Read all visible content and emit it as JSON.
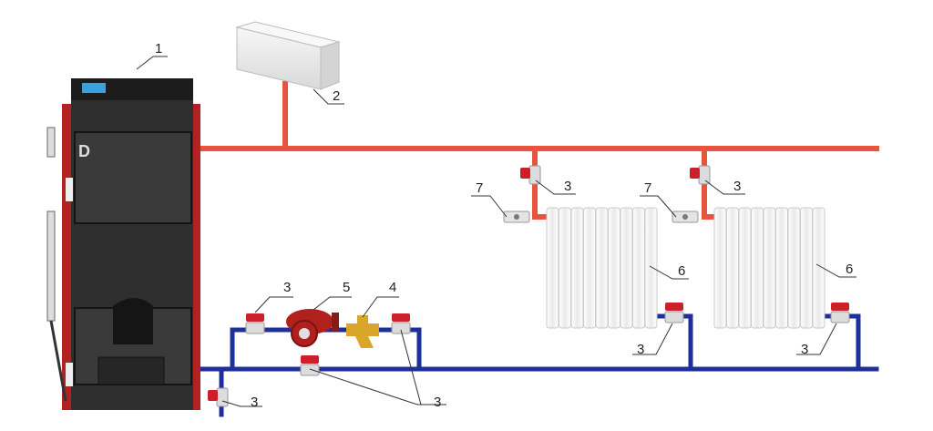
{
  "colors": {
    "supply_pipe": "#e8553f",
    "return_pipe": "#1e2f9a",
    "boiler_body": "#2f2f2f",
    "boiler_trim": "#b22222",
    "valve_handle": "#cc1f2a",
    "radiator": "#f3f3f3",
    "tank": "#ececec",
    "pump": "#b0201c",
    "filter": "#d9a62a"
  },
  "boiler": {
    "logo": "D"
  },
  "labels": [
    {
      "id": "boiler",
      "text": "1"
    },
    {
      "id": "expansion-tank",
      "text": "2"
    },
    {
      "id": "valve-supply-radiator-1",
      "text": "3"
    },
    {
      "id": "valve-supply-radiator-2",
      "text": "3"
    },
    {
      "id": "valve-pump-inlet",
      "text": "3"
    },
    {
      "id": "valve-return-radiator-1",
      "text": "3"
    },
    {
      "id": "valve-return-radiator-2",
      "text": "3"
    },
    {
      "id": "valve-bypass-group",
      "text": "3"
    },
    {
      "id": "valve-drain",
      "text": "3"
    },
    {
      "id": "filter",
      "text": "4"
    },
    {
      "id": "circulation-pump",
      "text": "5"
    },
    {
      "id": "radiator-1",
      "text": "6"
    },
    {
      "id": "radiator-2",
      "text": "6"
    },
    {
      "id": "air-vent-1",
      "text": "7"
    },
    {
      "id": "air-vent-2",
      "text": "7"
    }
  ]
}
